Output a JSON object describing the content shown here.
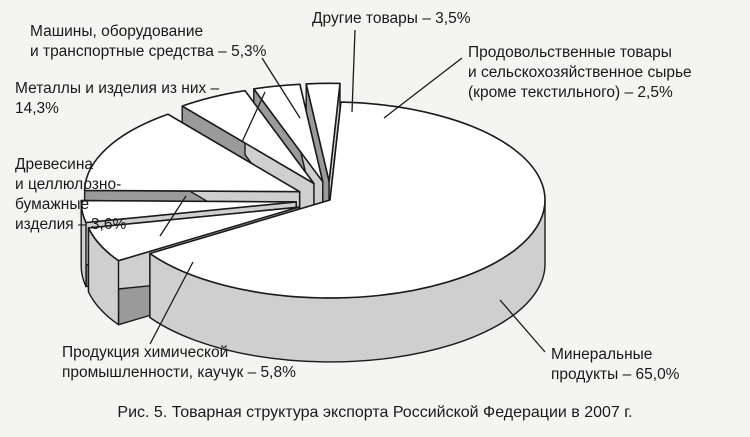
{
  "chart_data": {
    "type": "pie",
    "title": "Рис. 5. Товарная структура экспорта Российской Федерации в 2007 г.",
    "unit": "%",
    "slices": [
      {
        "label": "Минеральные продукты – 65,0%",
        "value": 65.0
      },
      {
        "label": "Продукция химической промышленности, каучук – 5,8%",
        "value": 5.8
      },
      {
        "label": "Древесина и целлюлозно-бумажные изделия – 3,6%",
        "value": 3.6
      },
      {
        "label": "Металлы и изделия из них – 14,3%",
        "value": 14.3
      },
      {
        "label": "Машины, оборудование и транспортные средства – 5,3%",
        "value": 5.3
      },
      {
        "label": "Другие товары – 3,5%",
        "value": 3.5
      },
      {
        "label": "Продовольственные товары и сельскохозяйственное сырье (кроме текстильного) – 2,5%",
        "value": 2.5
      }
    ],
    "label_lines": {
      "mineral": [
        "Минеральные",
        "продукты – 65,0%"
      ],
      "chemical": [
        "Продукция химической",
        "промышленности, каучук – 5,8%"
      ],
      "wood": [
        "Древесина",
        "и целлюлозно-",
        "бумажные",
        "изделия – 3,6%"
      ],
      "metals": [
        "Металлы и изделия из них –",
        "14,3%"
      ],
      "machinery": [
        "Машины, оборудование",
        "и транспортные средства – 5,3%"
      ],
      "other": [
        "Другие товары – 3,5%"
      ],
      "food": [
        "Продовольственные товары",
        "и сельскохозяйственное сырье",
        "(кроме текстильного) – 2,5%"
      ]
    },
    "fill_colors": {
      "top": "#ffffff",
      "side": "#cfcfcf",
      "dark": "#9a9a9a",
      "edge": "#1a1a1a"
    }
  }
}
